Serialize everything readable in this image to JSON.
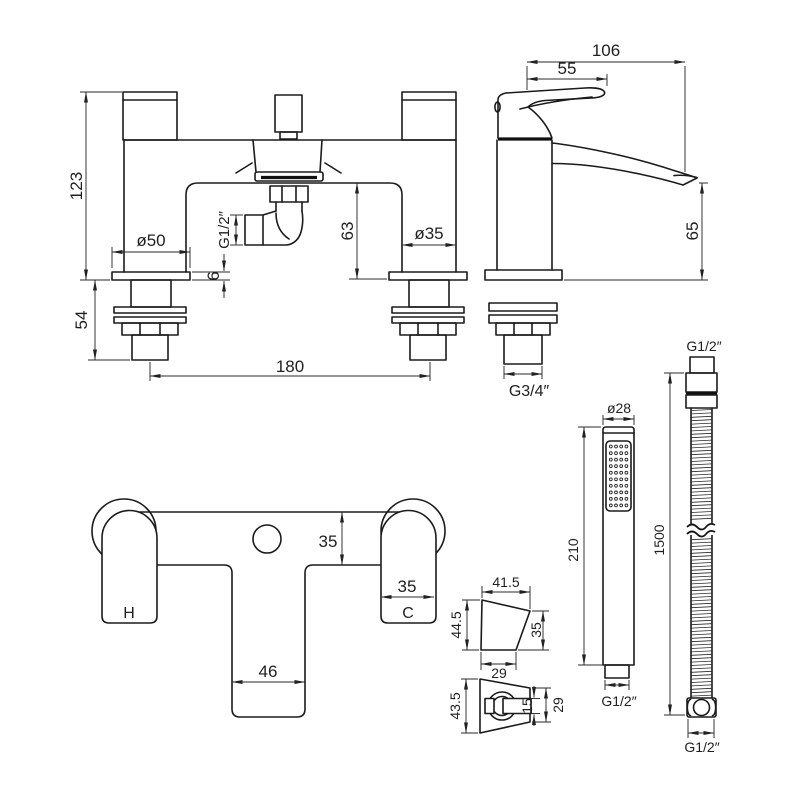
{
  "drawing": {
    "kind": "technical-dimension-drawing",
    "subject": "bath-shower-mixer-tap-with-handset-bracket-and-hose"
  },
  "front_view": {
    "overall_height": "123",
    "left_base_diameter": "ø50",
    "shower_outlet_thread": "G1/2″",
    "base_plate_thickness": "6",
    "deck_to_body": "63",
    "right_base_diameter": "ø35",
    "tail_length": "54",
    "inlet_centres": "180"
  },
  "side_view": {
    "overall_depth": "106",
    "handle_length": "55",
    "spout_height": "65",
    "inlet_thread": "G3/4″"
  },
  "plan_view": {
    "body_depth": "35",
    "handle_width": "35",
    "spout_width": "46",
    "hot_label": "H",
    "cold_label": "C"
  },
  "bracket_side_view": {
    "top_width": "41.5",
    "front_height": "44.5",
    "back_height": "35",
    "base_width": "29"
  },
  "bracket_front_view": {
    "height": "43.5",
    "clip_slot": "15",
    "depth": "29"
  },
  "handset": {
    "head_diameter": "ø28",
    "length": "210",
    "connector_thread": "G1/2″"
  },
  "hose": {
    "top_thread": "G1/2″",
    "length": "1500",
    "bottom_thread": "G1/2″"
  }
}
